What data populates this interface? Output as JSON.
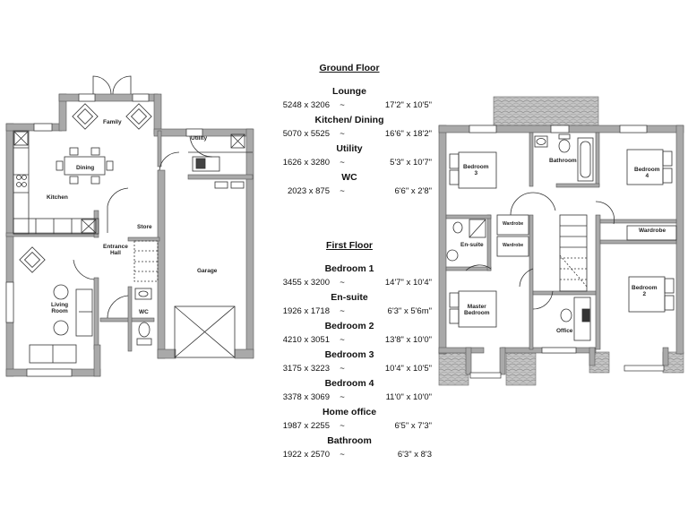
{
  "schedule": {
    "ground_floor": {
      "title": "Ground Floor",
      "rooms": [
        {
          "name": "Lounge",
          "metric": "5248 x 3206",
          "sep": "~",
          "imperial": "17'2\" x 10'5\""
        },
        {
          "name": "Kitchen/ Dining",
          "metric": "5070 x 5525",
          "sep": "~",
          "imperial": "16'6\" x 18'2\""
        },
        {
          "name": "Utility",
          "metric": "1626 x 3280",
          "sep": "~",
          "imperial": "5'3\" x 10'7\""
        },
        {
          "name": "WC",
          "metric": "2023 x 875",
          "sep": "~",
          "imperial": "6'6\" x 2'8\""
        }
      ]
    },
    "first_floor": {
      "title": "First Floor",
      "rooms": [
        {
          "name": "Bedroom 1",
          "metric": "3455 x 3200",
          "sep": "~",
          "imperial": "14'7\" x 10'4\""
        },
        {
          "name": "En-suite",
          "metric": "1926 x 1718",
          "sep": "~",
          "imperial": "6'3\" x 5'6m\""
        },
        {
          "name": "Bedroom 2",
          "metric": "4210 x 3051",
          "sep": "~",
          "imperial": "13'8\" x 10'0\""
        },
        {
          "name": "Bedroom 3",
          "metric": "3175 x 3223",
          "sep": "~",
          "imperial": "10'4\" x 10'5\""
        },
        {
          "name": "Bedroom 4",
          "metric": "3378 x 3069",
          "sep": "~",
          "imperial": "11'0\" x 10'0\""
        },
        {
          "name": "Home office",
          "metric": "1987 x 2255",
          "sep": "~",
          "imperial": "6'5\" x 7'3\""
        },
        {
          "name": "Bathroom",
          "metric": "1922 x 2570",
          "sep": "~",
          "imperial": "6'3\" x 8'3"
        }
      ]
    }
  },
  "ground_plan": {
    "labels": {
      "family": "Family",
      "dining": "Dining",
      "kitchen": "Kitchen",
      "utility": "Utility",
      "store": "Store",
      "entrance_hall_1": "Entrance",
      "entrance_hall_2": "Hall",
      "garage": "Garage",
      "living_room_1": "Living",
      "living_room_2": "Room",
      "wc": "WC"
    }
  },
  "first_plan": {
    "labels": {
      "bedroom3_1": "Bedroom",
      "bedroom3_2": "3",
      "bathroom": "Bathroom",
      "bedroom4_1": "Bedroom",
      "bedroom4_2": "4",
      "wardrobe_small_1": "Wardrobe",
      "wardrobe_small_2": "Wardrobe",
      "wardrobe_large": "Wardrobe",
      "ensuite": "En-suite",
      "master_1": "Master",
      "master_2": "Bedroom",
      "office": "Office",
      "bedroom2_1": "Bedroom",
      "bedroom2_2": "2"
    }
  },
  "colors": {
    "wall": "#a9a9a9",
    "line": "#333333",
    "roof_tile": "#bdbdbd"
  }
}
